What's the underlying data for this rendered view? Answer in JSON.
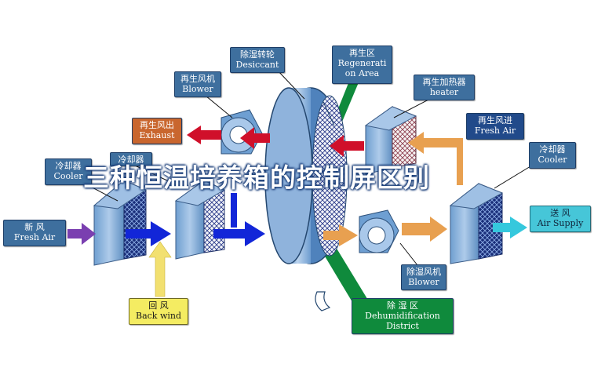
{
  "overlay_title": "三种恒温培养箱的控制屏区别",
  "labels": {
    "desiccant": {
      "cn": "除湿转轮",
      "en": "Desiccant"
    },
    "regen_area": {
      "cn": "再生区",
      "en": "Regenerati",
      "en2": "on Area"
    },
    "regen_blower": {
      "cn": "再生风机",
      "en": "Blower"
    },
    "regen_heater": {
      "cn": "再生加热器",
      "en": "heater"
    },
    "regen_exhaust": {
      "cn": "再生风出",
      "en": "Exhaust"
    },
    "regen_air_in": {
      "cn": "再生风进",
      "en": "Fresh Air"
    },
    "cooler_left": {
      "cn": "冷却器",
      "en": "Cooler"
    },
    "cooler_middle": {
      "cn": "冷却器"
    },
    "cooler_right": {
      "cn": "冷却器",
      "en": "Cooler"
    },
    "fresh_air": {
      "cn": "新    风",
      "en": "Fresh Air"
    },
    "air_supply": {
      "cn": "送  风",
      "en": "Air Supply"
    },
    "back_wind": {
      "cn": "回    风",
      "en": "Back wind"
    },
    "dehum_blower": {
      "cn": "除湿风机",
      "en": "Blower"
    },
    "dehum_district": {
      "cn": "除    湿    区",
      "en": "Dehumidification",
      "en2": "District"
    }
  },
  "colors": {
    "label_blue": "#3e6f9e",
    "label_orange": "#c9662e",
    "label_darkblue": "#214a8a",
    "label_cyan": "#46c6d8",
    "label_yellow": "#f4ec62",
    "label_green": "#0f8a3c",
    "arrow_red": "#d0102a",
    "arrow_blue": "#1226d8",
    "arrow_orange": "#e8a050",
    "arrow_purple": "#7a3fb0",
    "arrow_cyan": "#35c8dd",
    "arrow_yellow": "#f2e070"
  }
}
